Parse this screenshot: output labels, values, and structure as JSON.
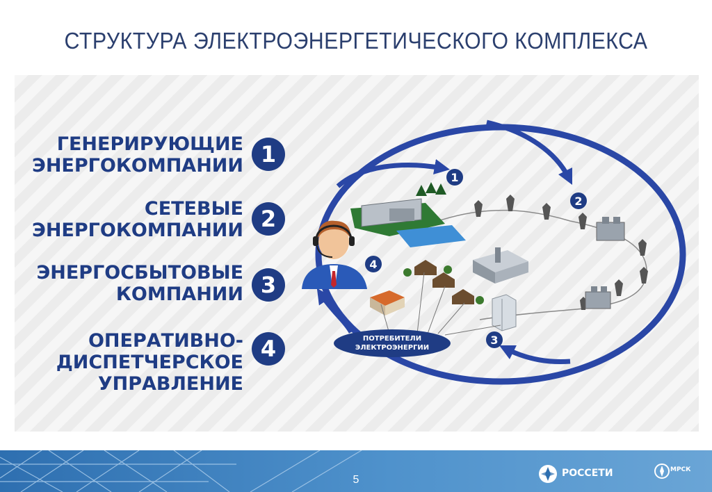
{
  "title": "СТРУКТУРА ЭЛЕКТРОЭНЕРГЕТИЧЕСКОГО КОМПЛЕКСА",
  "items": [
    {
      "number": "1",
      "lines": [
        "ГЕНЕРИРУЮЩИЕ",
        "ЭНЕРГОКОМПАНИИ"
      ]
    },
    {
      "number": "2",
      "lines": [
        "СЕТЕВЫЕ",
        "ЭНЕРГОКОМПАНИИ"
      ]
    },
    {
      "number": "3",
      "lines": [
        "ЭНЕРГОСБЫТОВЫЕ",
        "КОМПАНИИ"
      ]
    },
    {
      "number": "4",
      "lines": [
        "ОПЕРАТИВНО-",
        "ДИСПЕТЧЕРСКОЕ",
        "УПРАВЛЕНИЕ"
      ]
    }
  ],
  "diagram": {
    "markers": [
      "1",
      "2",
      "3",
      "4"
    ],
    "consumers_label": [
      "ПОТРЕБИТЕЛИ",
      "ЭЛЕКТРОЭНЕРГИИ"
    ]
  },
  "footer": {
    "page_number": "5",
    "brand": "РОССЕТИ",
    "brand2": "МРСК"
  },
  "colors": {
    "navy": "#1f3c84",
    "title": "#2b3f6e",
    "arrow": "#2a47a6",
    "footer": "#2e6fb0"
  }
}
